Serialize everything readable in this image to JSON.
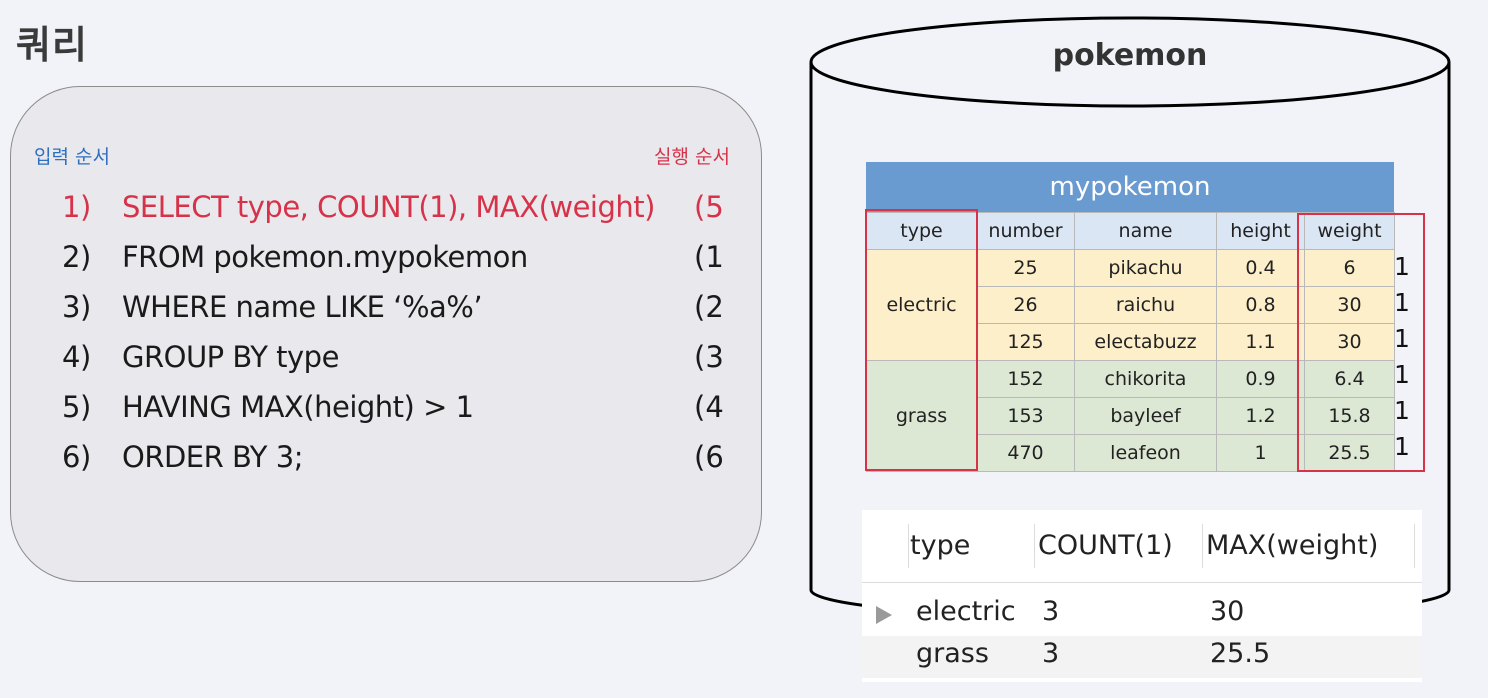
{
  "title": "쿼리",
  "query": {
    "input_order_label": "입력 순서",
    "exec_order_label": "실행 순서",
    "lines": [
      {
        "num": "1)",
        "text": "SELECT type, COUNT(1), MAX(weight)",
        "order": "(5"
      },
      {
        "num": "2)",
        "text": "FROM pokemon.mypokemon",
        "order": "(1"
      },
      {
        "num": "3)",
        "text": "WHERE name LIKE ‘%a%’",
        "order": "(2"
      },
      {
        "num": "4)",
        "text": "GROUP BY type",
        "order": "(3"
      },
      {
        "num": "5)",
        "text": "HAVING MAX(height) > 1",
        "order": "(4"
      },
      {
        "num": "6)",
        "text": "ORDER BY 3;",
        "order": "(6"
      }
    ]
  },
  "database": {
    "name": "pokemon",
    "table": {
      "name": "mypokemon",
      "columns": [
        "type",
        "number",
        "name",
        "height",
        "weight"
      ],
      "groups": [
        {
          "type": "electric",
          "rows": [
            {
              "number": "25",
              "name": "pikachu",
              "height": "0.4",
              "weight": "6"
            },
            {
              "number": "26",
              "name": "raichu",
              "height": "0.8",
              "weight": "30"
            },
            {
              "number": "125",
              "name": "electabuzz",
              "height": "1.1",
              "weight": "30"
            }
          ]
        },
        {
          "type": "grass",
          "rows": [
            {
              "number": "152",
              "name": "chikorita",
              "height": "0.9",
              "weight": "6.4"
            },
            {
              "number": "153",
              "name": "bayleef",
              "height": "1.2",
              "weight": "15.8"
            },
            {
              "number": "470",
              "name": "leafeon",
              "height": "1",
              "weight": "25.5"
            }
          ]
        }
      ],
      "count_marks": [
        "1",
        "1",
        "1",
        "1",
        "1",
        "1"
      ]
    }
  },
  "result": {
    "columns": [
      "type",
      "COUNT(1)",
      "MAX(weight)"
    ],
    "rows": [
      [
        "electric",
        "3",
        "30"
      ],
      [
        "grass",
        "3",
        "25.5"
      ]
    ]
  },
  "colors": {
    "highlight": "#d6334a",
    "input_label": "#2f6fbf",
    "table_header": "#6a9bd0",
    "electric_bg": "#fcefc9",
    "grass_bg": "#dde8d4"
  }
}
